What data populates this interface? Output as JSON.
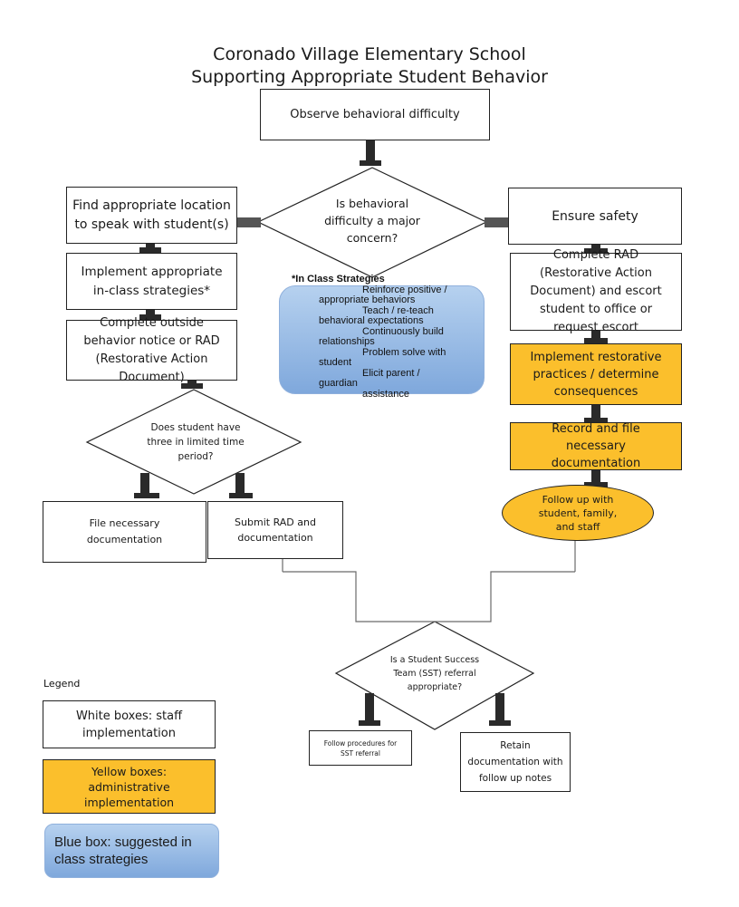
{
  "title": {
    "line1": "Coronado Village Elementary School",
    "line2": "Supporting Appropriate Student Behavior"
  },
  "nodes": {
    "observe": "Observe behavioral difficulty",
    "major_concern_q": "Is behavioral difficulty a major concern?",
    "find_location": "Find appropriate location to speak with student(s)",
    "implement_in_class": "Implement appropriate in-class strategies*",
    "complete_notice": "Complete outside behavior notice or RAD (Restorative Action Document)",
    "three_q": "Does student have three in limited time period?",
    "file_documentation": "File necessary documentation",
    "submit_rad": "Submit RAD and documentation",
    "ensure_safety": "Ensure safety",
    "complete_rad_escort": "Complete RAD (Restorative Action Document) and escort student to office or request escort",
    "restorative_practices": "Implement restorative practices / determine consequences",
    "record_file": "Record and file necessary documentation",
    "follow_up": "Follow up with student, family, and staff",
    "sst_q": "Is a Student Success Team (SST) referral appropriate?",
    "follow_sst": "Follow procedures for SST referral",
    "retain_docs": "Retain documentation with follow up notes"
  },
  "strategies": {
    "heading": "*In Class Strategies",
    "lines": [
      "Reinforce positive /",
      "appropriate behaviors",
      "Teach / re-teach",
      "behavioral expectations",
      "Continuously build",
      "relationships",
      "Problem solve with",
      "student",
      "Elicit parent /",
      "guardian",
      "assistance"
    ]
  },
  "legend": {
    "label": "Legend",
    "white": "White boxes: staff implementation",
    "yellow": "Yellow boxes: administrative implementation",
    "blue": "Blue box: suggested in class strategies"
  },
  "colors": {
    "yellow": "#fbbf2c",
    "blue": "#9dbde6",
    "arrow": "#2a2a2a",
    "connector": "#6b6b6b"
  }
}
